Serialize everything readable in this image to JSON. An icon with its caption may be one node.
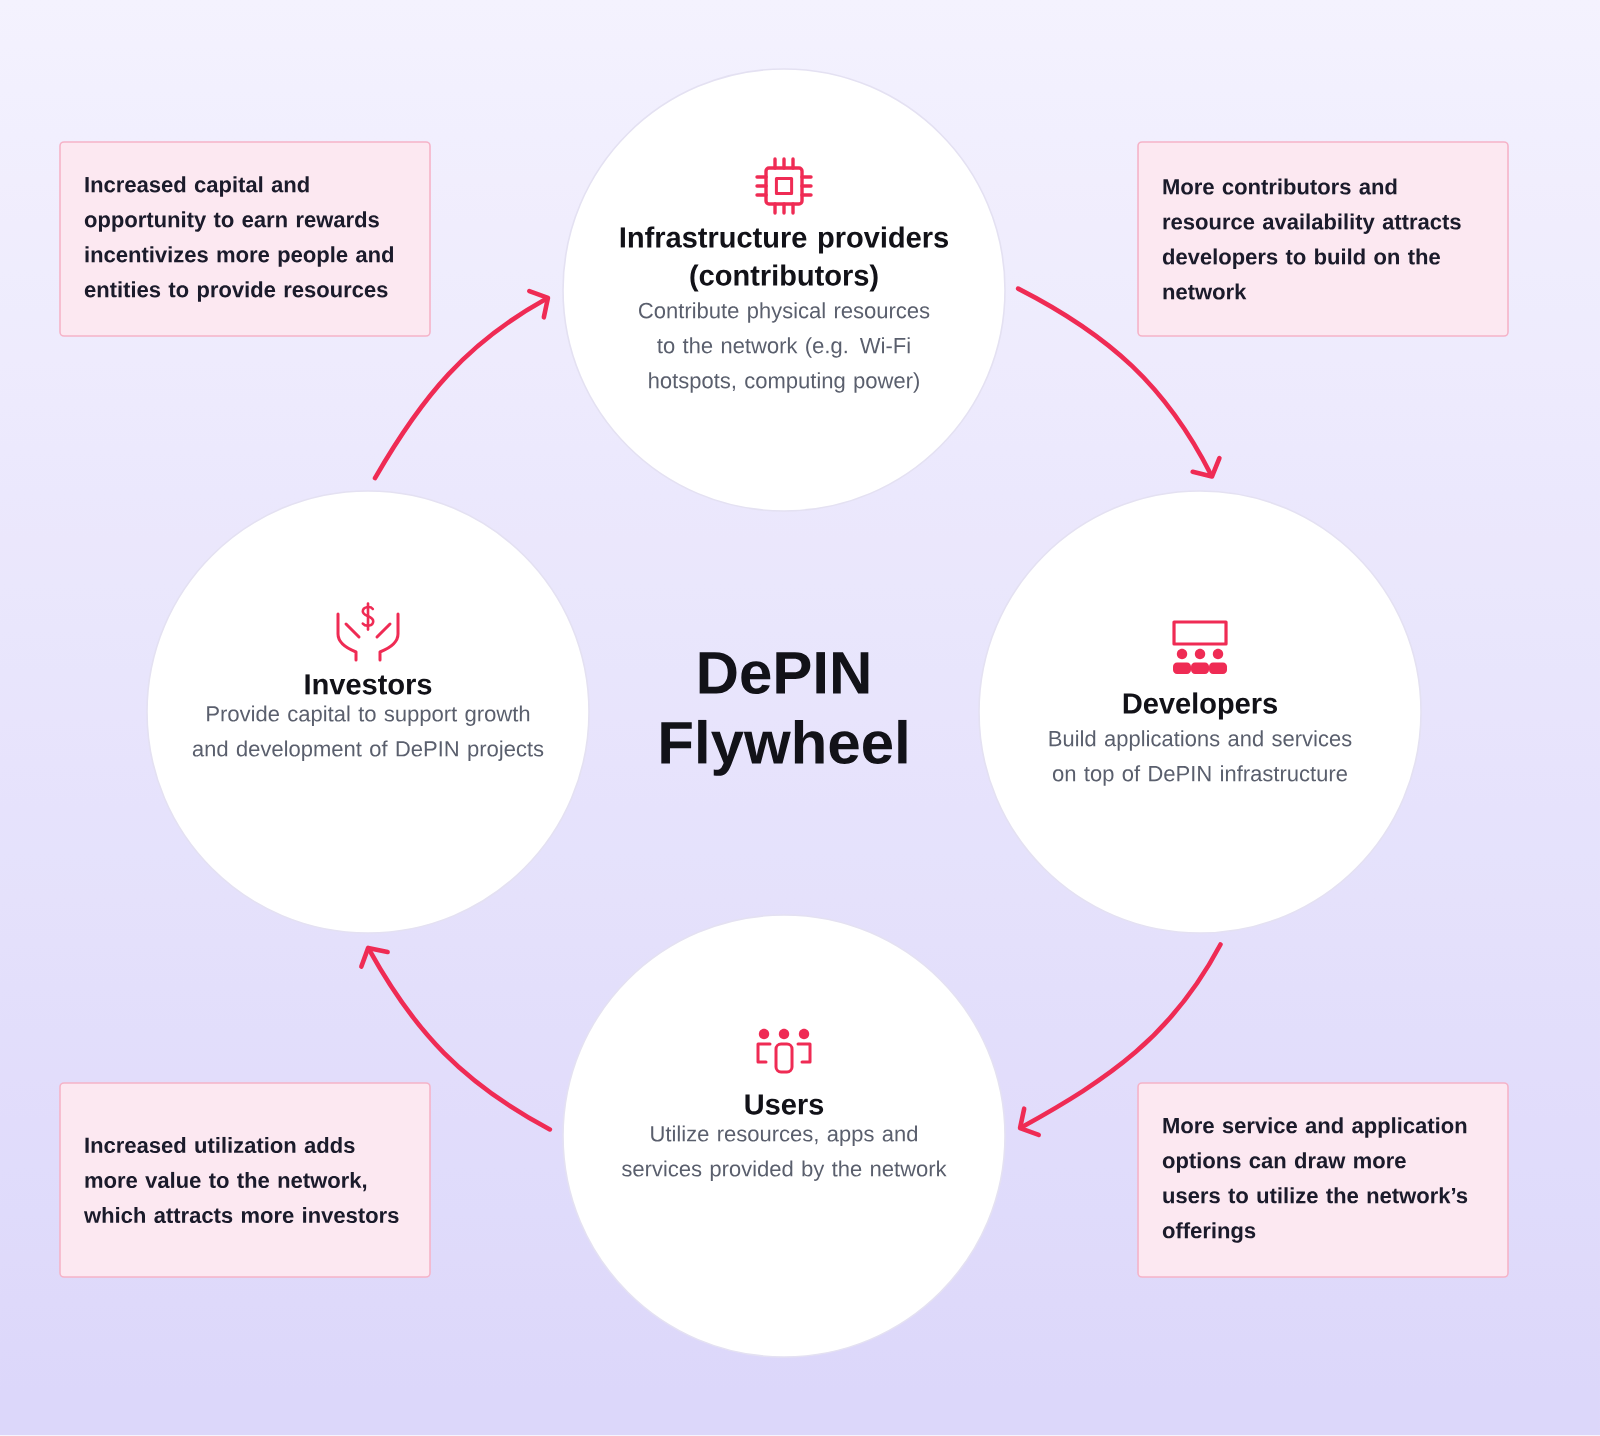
{
  "diagram": {
    "title": "DePIN Flywheel",
    "nodes": [
      {
        "text": [
          "Increased capital and opportunity to earn rewards incentivizes more people and entities to provide resources"
        ]
      },
      {
        "text": [
          "Infrastructure providers (contributors)",
          "Contribute physical resources to the network (e.g. Wi-Fi hotspots, computing power)"
        ]
      },
      {
        "text": [
          "More contributors and resource availability attracts developers to build on the network"
        ]
      },
      {
        "text": [
          "Investors",
          "Provide capital to support growth and development of DePIN projects"
        ]
      },
      {
        "text": [
          "Developers",
          "Build applications and services on top of DePIN infrastructure"
        ]
      },
      {
        "text": [
          "Increased utilization adds more value to the network, which attracts more investors"
        ]
      },
      {
        "text": [
          "Users",
          "Utilize resources, apps and services provided by the network"
        ]
      },
      {
        "text": [
          "More service and application options can draw more users to utilize the network’s offerings"
        ]
      }
    ],
    "edges": [
      {
        "from": 3,
        "to": 1,
        "arrow": "to"
      },
      {
        "from": 1,
        "to": 4,
        "arrow": "to"
      },
      {
        "from": 4,
        "to": 6,
        "arrow": "to"
      },
      {
        "from": 6,
        "to": 3,
        "arrow": "to"
      }
    ]
  }
}
